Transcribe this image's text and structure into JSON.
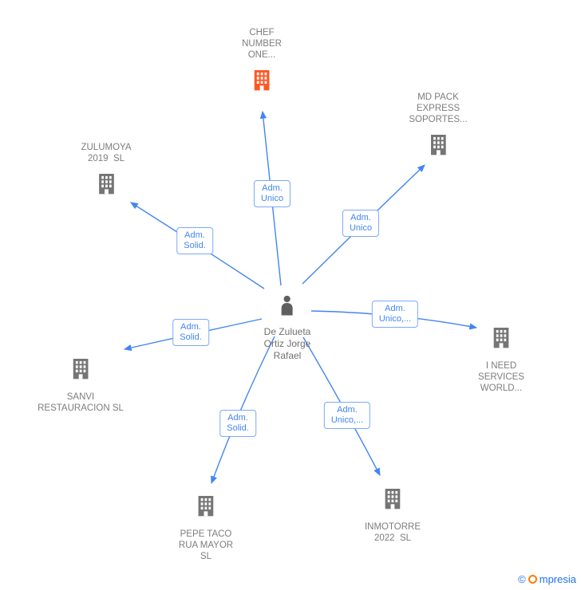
{
  "colors": {
    "accent_blue": "#4285F4",
    "edge_label_border": "#7baaf7",
    "highlight_orange": "#FF5722",
    "icon_gray": "#757575",
    "text_gray": "#7d7d7d"
  },
  "center_person": {
    "full_name": "De Zulueta Ortiz Jorge Rafael",
    "name_lines": [
      "De Zulueta",
      "Ortiz Jorge",
      "Rafael"
    ]
  },
  "nodes": [
    {
      "id": "chef-number-one",
      "lines": [
        "CHEF",
        "NUMBER",
        "ONE..."
      ],
      "highlight": true
    },
    {
      "id": "md-pack-express",
      "lines": [
        "MD PACK",
        "EXPRESS",
        "SOPORTES..."
      ],
      "highlight": false
    },
    {
      "id": "zulumoya-2019",
      "lines": [
        "ZULUMOYA",
        "2019  SL"
      ],
      "highlight": false
    },
    {
      "id": "i-need-services",
      "lines": [
        "I NEED",
        "SERVICES",
        "WORLD..."
      ],
      "highlight": false
    },
    {
      "id": "sanvi-restauracion",
      "lines": [
        "SANVI",
        "RESTAURACION SL"
      ],
      "highlight": false
    },
    {
      "id": "pepe-taco-rua-mayor",
      "lines": [
        "PEPE TACO",
        "RUA MAYOR",
        "SL"
      ],
      "highlight": false
    },
    {
      "id": "inmotorre-2022",
      "lines": [
        "INMOTORRE",
        "2022  SL"
      ],
      "highlight": false
    }
  ],
  "edge_labels": [
    {
      "lines": [
        "Adm.",
        "Unico"
      ]
    },
    {
      "lines": [
        "Adm.",
        "Unico"
      ]
    },
    {
      "lines": [
        "Adm.",
        "Solid."
      ]
    },
    {
      "lines": [
        "Adm.",
        "Unico,..."
      ]
    },
    {
      "lines": [
        "Adm.",
        "Solid."
      ]
    },
    {
      "lines": [
        "Adm.",
        "Solid."
      ]
    },
    {
      "lines": [
        "Adm.",
        "Unico,..."
      ]
    }
  ],
  "footer": {
    "copyright": "©",
    "brand": "mpresia"
  }
}
